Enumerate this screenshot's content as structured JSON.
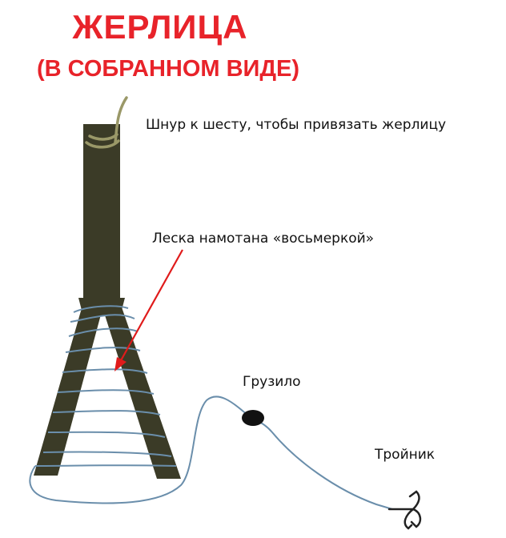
{
  "title": "ЖЕРЛИЦА",
  "subtitle": "(В СОБРАННОМ ВИДЕ)",
  "labels": {
    "cord": "Шнур к шесту, чтобы привязать жерлицу",
    "line": "Леска намотана «восьмеркой»",
    "sinker": "Грузило",
    "hook": "Тройник"
  },
  "colors": {
    "title": "#e8232a",
    "wood": "#3b3b27",
    "fishing_line": "#6a8eab",
    "cord": "#9a9868",
    "arrow": "#e01b1b",
    "sinker": "#111111"
  },
  "icons": {
    "hook": "treble-hook-icon",
    "sinker": "sinker-icon"
  }
}
